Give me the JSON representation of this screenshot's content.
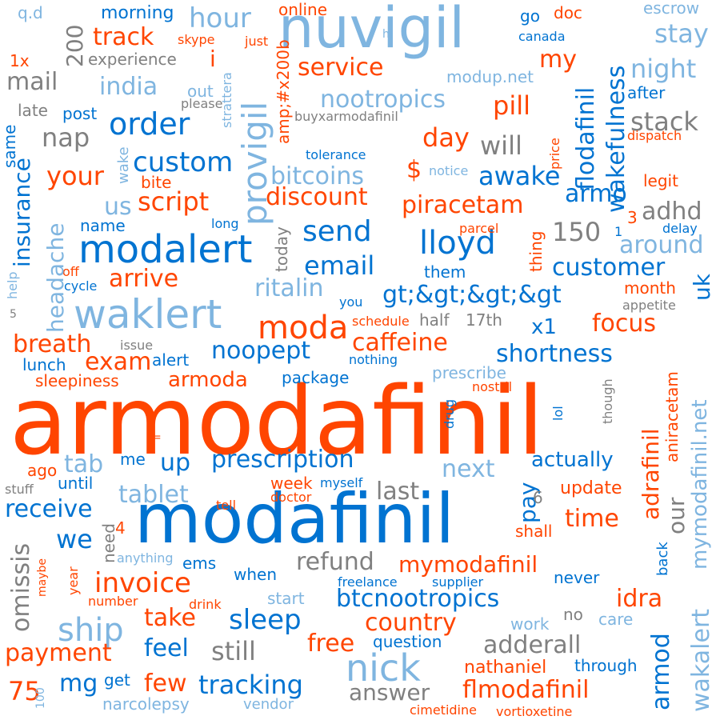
{
  "colors": {
    "orange": "#ff4500",
    "blue": "#0073d1",
    "light": "#7fb5e0",
    "gray": "#808080"
  },
  "words": [
    {
      "text": "armodafinil",
      "color": "orange"
    },
    {
      "text": "modafinil",
      "color": "blue"
    },
    {
      "text": "nuvigil",
      "color": "light"
    },
    {
      "text": "modalert",
      "color": "blue"
    },
    {
      "text": "waklert",
      "color": "light"
    },
    {
      "text": "provigil",
      "color": "light"
    },
    {
      "text": "moda",
      "color": "orange"
    },
    {
      "text": "nick",
      "color": "light"
    },
    {
      "text": "lloyd",
      "color": "blue"
    },
    {
      "text": "order",
      "color": "blue"
    },
    {
      "text": "invoice",
      "color": "orange"
    },
    {
      "text": "ship",
      "color": "light"
    },
    {
      "text": "sleep",
      "color": "blue"
    },
    {
      "text": "hour",
      "color": "light"
    },
    {
      "text": "prescription",
      "color": "blue"
    },
    {
      "text": "btcnootropics",
      "color": "blue"
    },
    {
      "text": "country",
      "color": "orange"
    },
    {
      "text": "tracking",
      "color": "blue"
    },
    {
      "text": "flmodafinil",
      "color": "orange"
    },
    {
      "text": "mymodafinil",
      "color": "orange"
    },
    {
      "text": "send",
      "color": "blue"
    },
    {
      "text": "custom",
      "color": "blue"
    },
    {
      "text": "track",
      "color": "orange"
    },
    {
      "text": "nootropics",
      "color": "light"
    },
    {
      "text": "service",
      "color": "orange"
    },
    {
      "text": "india",
      "color": "light"
    },
    {
      "text": "mail",
      "color": "gray"
    },
    {
      "text": "nap",
      "color": "gray"
    },
    {
      "text": "your",
      "color": "orange"
    },
    {
      "text": "script",
      "color": "orange"
    },
    {
      "text": "discount",
      "color": "orange"
    },
    {
      "text": "piracetam",
      "color": "orange"
    },
    {
      "text": "bitcoins",
      "color": "light"
    },
    {
      "text": "day",
      "color": "orange"
    },
    {
      "text": "will",
      "color": "gray"
    },
    {
      "text": "awake",
      "color": "blue"
    },
    {
      "text": "armo",
      "color": "blue"
    },
    {
      "text": "pill",
      "color": "orange"
    },
    {
      "text": "my",
      "color": "orange"
    },
    {
      "text": "night",
      "color": "light"
    },
    {
      "text": "stay",
      "color": "light"
    },
    {
      "text": "stack",
      "color": "gray"
    },
    {
      "text": "adhd",
      "color": "gray"
    },
    {
      "text": "150",
      "color": "gray"
    },
    {
      "text": "around",
      "color": "light"
    },
    {
      "text": "customer",
      "color": "blue"
    },
    {
      "text": "email",
      "color": "blue"
    },
    {
      "text": "ritalin",
      "color": "light"
    },
    {
      "text": "arrive",
      "color": "orange"
    },
    {
      "text": "gt;&gt;&gt;&gt",
      "color": "blue"
    },
    {
      "text": "focus",
      "color": "orange"
    },
    {
      "text": "x1",
      "color": "blue"
    },
    {
      "text": "breath",
      "color": "orange"
    },
    {
      "text": "exam",
      "color": "orange"
    },
    {
      "text": "noopept",
      "color": "blue"
    },
    {
      "text": "caffeine",
      "color": "orange"
    },
    {
      "text": "shortness",
      "color": "blue"
    },
    {
      "text": "armoda",
      "color": "orange"
    },
    {
      "text": "up",
      "color": "blue"
    },
    {
      "text": "tab",
      "color": "light"
    },
    {
      "text": "next",
      "color": "light"
    },
    {
      "text": "actually",
      "color": "blue"
    },
    {
      "text": "last",
      "color": "gray"
    },
    {
      "text": "pay",
      "color": "blue"
    },
    {
      "text": "tablet",
      "color": "light"
    },
    {
      "text": "receive",
      "color": "blue"
    },
    {
      "text": "we",
      "color": "blue"
    },
    {
      "text": "time",
      "color": "orange"
    },
    {
      "text": "update",
      "color": "orange"
    },
    {
      "text": "refund",
      "color": "gray"
    },
    {
      "text": "idra",
      "color": "orange"
    },
    {
      "text": "take",
      "color": "orange"
    },
    {
      "text": "adderall",
      "color": "gray"
    },
    {
      "text": "free",
      "color": "orange"
    },
    {
      "text": "still",
      "color": "gray"
    },
    {
      "text": "feel",
      "color": "blue"
    },
    {
      "text": "payment",
      "color": "orange"
    },
    {
      "text": "mg",
      "color": "blue"
    },
    {
      "text": "few",
      "color": "orange"
    },
    {
      "text": "answer",
      "color": "gray"
    },
    {
      "text": "75",
      "color": "orange"
    },
    {
      "text": "narcolepsy",
      "color": "light"
    },
    {
      "text": "vendor",
      "color": "light"
    },
    {
      "text": "nathaniel",
      "color": "orange"
    },
    {
      "text": "through",
      "color": "blue"
    },
    {
      "text": "question",
      "color": "blue"
    },
    {
      "text": "morning",
      "color": "blue"
    },
    {
      "text": "online",
      "color": "orange"
    },
    {
      "text": "doc",
      "color": "orange"
    },
    {
      "text": "escrow",
      "color": "light"
    },
    {
      "text": "experience",
      "color": "gray"
    },
    {
      "text": "skype",
      "color": "orange"
    },
    {
      "text": "canada",
      "color": "blue"
    },
    {
      "text": "modup.net",
      "color": "light"
    },
    {
      "text": "after",
      "color": "blue"
    },
    {
      "text": "buyxarmodafinil",
      "color": "gray"
    },
    {
      "text": "tolerance",
      "color": "blue"
    },
    {
      "text": "dispatch",
      "color": "orange"
    },
    {
      "text": "legit",
      "color": "orange"
    },
    {
      "text": "bite",
      "color": "orange"
    },
    {
      "text": "name",
      "color": "blue"
    },
    {
      "text": "long",
      "color": "blue"
    },
    {
      "text": "parcel",
      "color": "orange"
    },
    {
      "text": "delay",
      "color": "blue"
    },
    {
      "text": "them",
      "color": "blue"
    },
    {
      "text": "month",
      "color": "orange"
    },
    {
      "text": "appetite",
      "color": "gray"
    },
    {
      "text": "half",
      "color": "gray"
    },
    {
      "text": "17th",
      "color": "gray"
    },
    {
      "text": "schedule",
      "color": "orange"
    },
    {
      "text": "issue",
      "color": "gray"
    },
    {
      "text": "alert",
      "color": "blue"
    },
    {
      "text": "lunch",
      "color": "blue"
    },
    {
      "text": "nothing",
      "color": "blue"
    },
    {
      "text": "sleepiness",
      "color": "orange"
    },
    {
      "text": "package",
      "color": "blue"
    },
    {
      "text": "prescribe",
      "color": "light"
    },
    {
      "text": "nostril",
      "color": "orange"
    },
    {
      "text": "ago",
      "color": "orange"
    },
    {
      "text": "me",
      "color": "blue"
    },
    {
      "text": "until",
      "color": "blue"
    },
    {
      "text": "stuff",
      "color": "gray"
    },
    {
      "text": "week",
      "color": "orange"
    },
    {
      "text": "myself",
      "color": "blue"
    },
    {
      "text": "doctor",
      "color": "orange"
    },
    {
      "text": "tell",
      "color": "orange"
    },
    {
      "text": "shall",
      "color": "orange"
    },
    {
      "text": "ems",
      "color": "blue"
    },
    {
      "text": "anything",
      "color": "light"
    },
    {
      "text": "when",
      "color": "blue"
    },
    {
      "text": "freelance",
      "color": "blue"
    },
    {
      "text": "supplier",
      "color": "blue"
    },
    {
      "text": "never",
      "color": "blue"
    },
    {
      "text": "start",
      "color": "light"
    },
    {
      "text": "number",
      "color": "orange"
    },
    {
      "text": "drink",
      "color": "orange"
    },
    {
      "text": "work",
      "color": "light"
    },
    {
      "text": "no",
      "color": "gray"
    },
    {
      "text": "care",
      "color": "light"
    },
    {
      "text": "get",
      "color": "blue"
    },
    {
      "text": "cimetidine",
      "color": "orange"
    },
    {
      "text": "vortioxetine",
      "color": "orange"
    },
    {
      "text": "q.d",
      "color": "light"
    },
    {
      "text": "1x",
      "color": "orange"
    },
    {
      "text": "go",
      "color": "blue"
    },
    {
      "text": "just",
      "color": "orange"
    },
    {
      "text": "hi",
      "color": "light"
    },
    {
      "text": "i",
      "color": "orange"
    },
    {
      "text": "out",
      "color": "light"
    },
    {
      "text": "please",
      "color": "gray"
    },
    {
      "text": "late",
      "color": "gray"
    },
    {
      "text": "post",
      "color": "blue"
    },
    {
      "text": "notice",
      "color": "light"
    },
    {
      "text": "$",
      "color": "orange"
    },
    {
      "text": "us",
      "color": "light"
    },
    {
      "text": "off",
      "color": "orange"
    },
    {
      "text": "cycle",
      "color": "blue"
    },
    {
      "text": "you",
      "color": "blue"
    },
    {
      "text": "=",
      "color": "orange"
    },
    {
      "text": "4",
      "color": "orange"
    },
    {
      "text": "6",
      "color": "gray"
    },
    {
      "text": "3",
      "color": "orange"
    },
    {
      "text": "1",
      "color": "blue"
    },
    {
      "text": "5",
      "color": "gray"
    },
    {
      "text": "wakefulness",
      "color": "blue"
    },
    {
      "text": "flodafinil",
      "color": "blue"
    },
    {
      "text": "mymodafinil.net",
      "color": "light"
    },
    {
      "text": "wakalert",
      "color": "light"
    },
    {
      "text": "adrafinil",
      "color": "orange"
    },
    {
      "text": "uk",
      "color": "blue"
    },
    {
      "text": "armod",
      "color": "blue"
    },
    {
      "text": "our",
      "color": "gray"
    },
    {
      "text": "aniracetam",
      "color": "orange"
    },
    {
      "text": "omissis",
      "color": "gray"
    },
    {
      "text": "insurance",
      "color": "blue"
    },
    {
      "text": "headache",
      "color": "light"
    },
    {
      "text": "200",
      "color": "gray"
    },
    {
      "text": "amp;#x200b",
      "color": "orange"
    },
    {
      "text": "strattera",
      "color": "light"
    },
    {
      "text": "same",
      "color": "blue"
    },
    {
      "text": "wake",
      "color": "light"
    },
    {
      "text": "today",
      "color": "gray"
    },
    {
      "text": "help",
      "color": "light"
    },
    {
      "text": "price",
      "color": "orange"
    },
    {
      "text": "thing",
      "color": "orange"
    },
    {
      "text": "drug",
      "color": "blue"
    },
    {
      "text": "lol",
      "color": "blue"
    },
    {
      "text": "though",
      "color": "gray"
    },
    {
      "text": "need",
      "color": "gray"
    },
    {
      "text": "year",
      "color": "orange"
    },
    {
      "text": "maybe",
      "color": "orange"
    },
    {
      "text": "back",
      "color": "blue"
    },
    {
      "text": "100",
      "color": "light"
    }
  ]
}
